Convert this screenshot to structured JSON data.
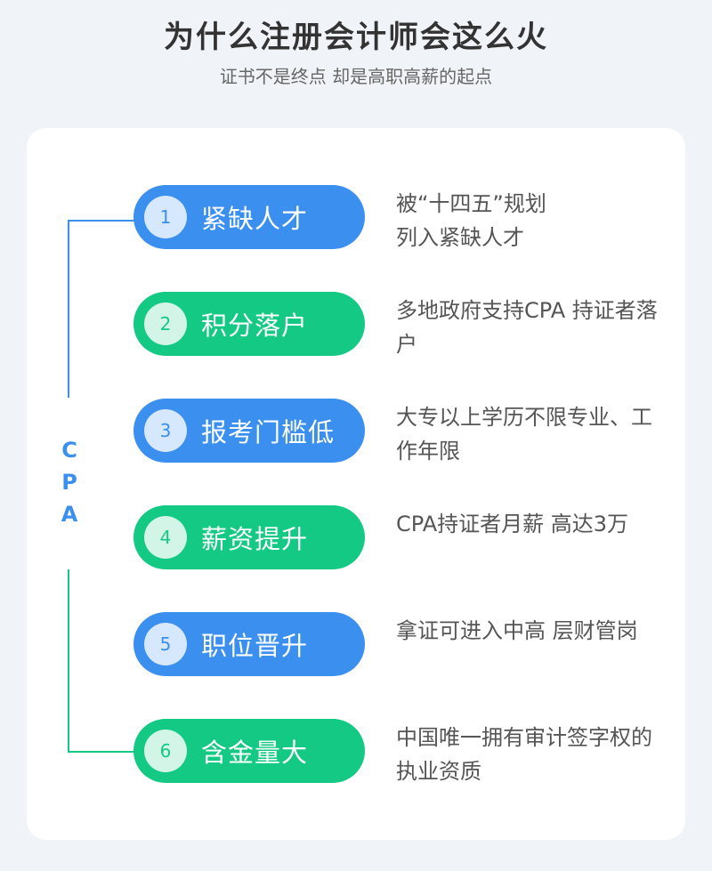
{
  "header": {
    "title": "为什么注册会计师会这么火",
    "subtitle": "证书不是终点 却是高职高薪的起点"
  },
  "side_label": [
    "C",
    "P",
    "A"
  ],
  "colors": {
    "blue": "#3a8fef",
    "green": "#14c984"
  },
  "items": [
    {
      "num": "1",
      "label": "紧缺人才",
      "color": "blue",
      "desc": "被“十四五”规划\n列入紧缺人才"
    },
    {
      "num": "2",
      "label": "积分落户",
      "color": "green",
      "desc": "多地政府支持CPA 持证者落户"
    },
    {
      "num": "3",
      "label": "报考门槛低",
      "color": "blue",
      "desc": "大专以上学历不限专业、工作年限"
    },
    {
      "num": "4",
      "label": "薪资提升",
      "color": "green",
      "desc": "CPA持证者月薪 高达3万"
    },
    {
      "num": "5",
      "label": "职位晋升",
      "color": "blue",
      "desc": "拿证可进入中高 层财管岗"
    },
    {
      "num": "6",
      "label": "含金量大",
      "color": "green",
      "desc": "中国唯一拥有审计签字权的执业资质"
    }
  ]
}
